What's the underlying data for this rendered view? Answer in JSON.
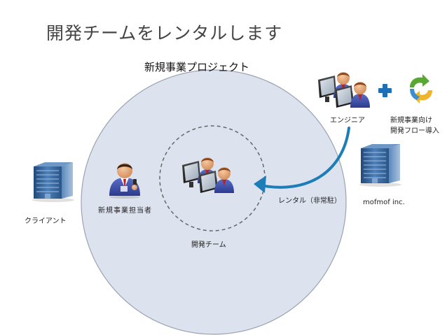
{
  "title": "開発チームをレンタルします",
  "project_label": "新規事業プロジェクト",
  "labels": {
    "client": "クライアント",
    "business_manager": "新規事業担当者",
    "dev_team": "開発チーム",
    "rental": "レンタル（非常駐）",
    "engineer": "エンジニア",
    "dev_flow": "新規事業向け",
    "dev_flow_2": "開発フロー導入",
    "company": "mofmof inc."
  },
  "colors": {
    "big_circle_fill": "#dde3ee",
    "big_circle_stroke": "#9aa3b2",
    "dashed_circle_stroke": "#666666",
    "arrow": "#1d7db8",
    "plus": "#1e6fb8",
    "building": "#3c6aa0"
  },
  "icons": {
    "client": "office-building-icon",
    "company": "office-building-icon",
    "business_manager": "businessman-phone-icon",
    "dev_team": "engineers-at-computers-icon",
    "engineer": "engineers-at-computers-icon",
    "plus": "plus-icon",
    "dev_flow": "recycle-arrows-icon"
  }
}
